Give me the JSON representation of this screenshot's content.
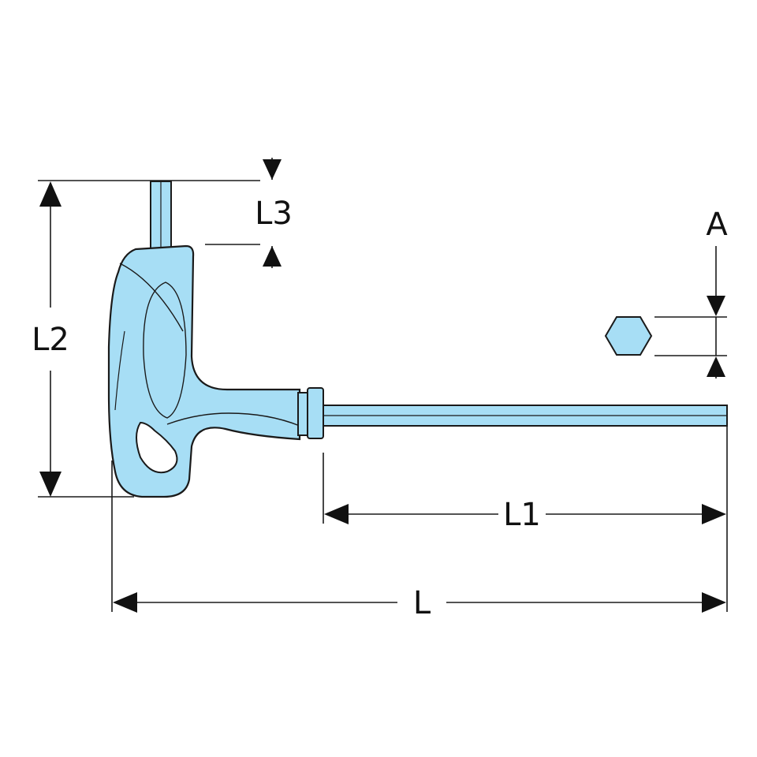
{
  "labels": {
    "L": "L",
    "L1": "L1",
    "L2": "L2",
    "L3": "L3",
    "A": "A"
  },
  "colors": {
    "tool_fill": "#a7def5",
    "tool_stroke": "#1a1a1a",
    "dimension_line": "#1a1a1a"
  }
}
